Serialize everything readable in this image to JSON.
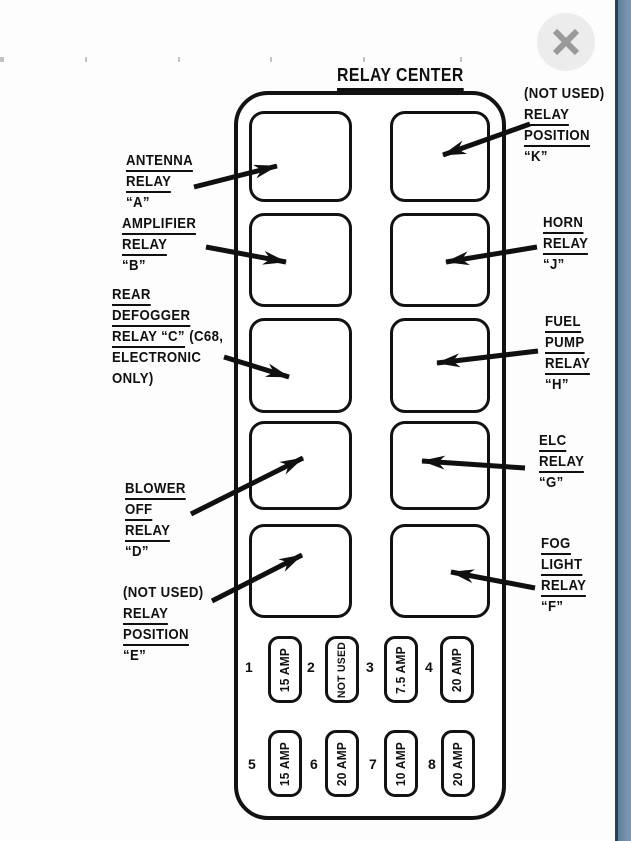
{
  "title": "RELAY CENTER",
  "close_button": {
    "icon": "close-x"
  },
  "colors": {
    "ink": "#121212",
    "edge_strip": "#7e96b1",
    "edge_strip_border": "#2a3e54",
    "close_bg": "#ececec",
    "close_x": "#9a9a9a"
  },
  "labels": {
    "antenna": {
      "side": "left",
      "lines": [
        {
          "text": "ANTENNA",
          "u": true
        },
        {
          "text": "RELAY",
          "u": true
        },
        {
          "text": "“A”",
          "u": false
        }
      ]
    },
    "amplifier": {
      "side": "left",
      "lines": [
        {
          "text": "AMPLIFIER",
          "u": true
        },
        {
          "text": "RELAY",
          "u": true
        },
        {
          "text": "“B”",
          "u": false
        }
      ]
    },
    "defogger": {
      "side": "left",
      "lines": [
        {
          "text": "REAR",
          "u": true
        },
        {
          "text": "DEFOGGER",
          "u": true
        },
        {
          "text": "RELAY “C”",
          "u": true
        },
        {
          "text": "(C68,",
          "u": false
        },
        {
          "text": "ELECTRONIC",
          "u": false
        },
        {
          "text": "ONLY)",
          "u": false
        }
      ]
    },
    "blower": {
      "side": "left",
      "lines": [
        {
          "text": "BLOWER",
          "u": true
        },
        {
          "text": "OFF",
          "u": true
        },
        {
          "text": "RELAY",
          "u": true
        },
        {
          "text": "“D”",
          "u": false
        }
      ]
    },
    "pos_e": {
      "side": "left",
      "lines": [
        {
          "text": "(NOT USED)",
          "u": false
        },
        {
          "text": "RELAY",
          "u": true
        },
        {
          "text": "POSITION",
          "u": true
        },
        {
          "text": "“E”",
          "u": false
        }
      ]
    },
    "pos_k": {
      "side": "right",
      "lines": [
        {
          "text": "(NOT USED)",
          "u": false
        },
        {
          "text": "RELAY",
          "u": true
        },
        {
          "text": "POSITION",
          "u": true
        },
        {
          "text": "“K”",
          "u": false
        }
      ]
    },
    "horn": {
      "side": "right",
      "lines": [
        {
          "text": "HORN",
          "u": true
        },
        {
          "text": "RELAY",
          "u": true
        },
        {
          "text": "“J”",
          "u": false
        }
      ]
    },
    "fuel": {
      "side": "right",
      "lines": [
        {
          "text": "FUEL",
          "u": true
        },
        {
          "text": "PUMP",
          "u": true
        },
        {
          "text": "RELAY",
          "u": true
        },
        {
          "text": "“H”",
          "u": false
        }
      ]
    },
    "elc": {
      "side": "right",
      "lines": [
        {
          "text": "ELC",
          "u": true
        },
        {
          "text": "RELAY",
          "u": true
        },
        {
          "text": "“G”",
          "u": false
        }
      ]
    },
    "fog": {
      "side": "right",
      "lines": [
        {
          "text": "FOG",
          "u": true
        },
        {
          "text": "LIGHT",
          "u": true
        },
        {
          "text": "RELAY",
          "u": true
        },
        {
          "text": "“F”",
          "u": false
        }
      ]
    }
  },
  "fuses": {
    "rows": [
      [
        {
          "num": "1",
          "value": "15 AMP"
        },
        {
          "num": "2",
          "value": "NOT USED"
        },
        {
          "num": "3",
          "value": "7.5 AMP"
        },
        {
          "num": "4",
          "value": "20 AMP"
        }
      ],
      [
        {
          "num": "5",
          "value": "15 AMP"
        },
        {
          "num": "6",
          "value": "20 AMP"
        },
        {
          "num": "7",
          "value": "10 AMP"
        },
        {
          "num": "8",
          "value": "20 AMP"
        }
      ]
    ]
  }
}
